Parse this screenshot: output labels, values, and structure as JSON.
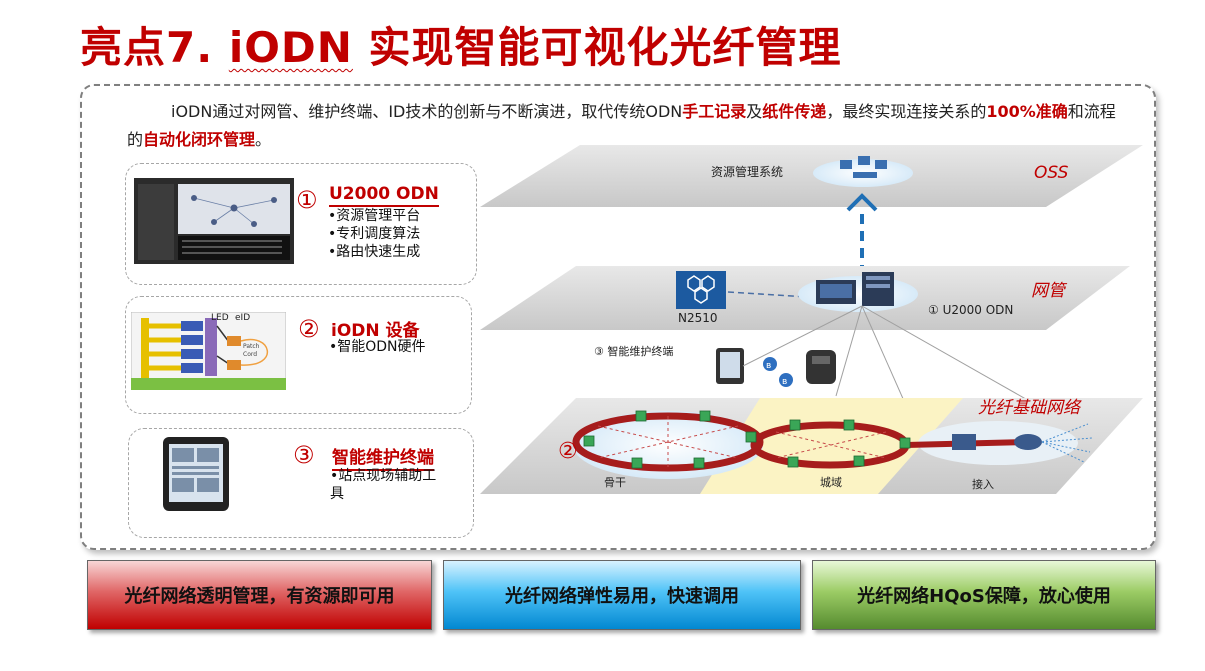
{
  "title": {
    "prefix": "亮点7. ",
    "word": "iODN",
    "rest": " 实现智能可视化光纤管理"
  },
  "intro": {
    "p1": "iODN通过对网管、维护终端、ID技术的创新与不断演进，取代传统ODN",
    "h1": "手工记录",
    "p2": "及",
    "h2": "纸件传递",
    "p3": "，最终实现连接关系的",
    "h3": "100%准确",
    "p4": "和流程的",
    "h4": "自动化闭环管理",
    "p5": "。"
  },
  "cards": [
    {
      "num": "①",
      "title": "U2000 ODN",
      "items": [
        "•资源管理平台",
        "•专利调度算法",
        "•路由快速生成"
      ]
    },
    {
      "num": "②",
      "title": "iODN 设备",
      "items": [
        "•智能ODN硬件"
      ],
      "img_labels": {
        "led": "LED",
        "eid": "eID",
        "patch": "Patch",
        "cord": "Cord"
      }
    },
    {
      "num": "③",
      "title": "智能维护终端",
      "items": [
        "•站点现场辅助工",
        "具"
      ]
    }
  ],
  "diagram": {
    "oss_label": "OSS",
    "oss_system": "资源管理系统",
    "nms_label": "网管",
    "n2510": "N2510",
    "u2000": "① U2000 ODN",
    "terminal": "③ 智能维护终端",
    "fiber_label": "光纤基础网络",
    "num2": "②",
    "backbone": "骨干",
    "metro": "城域",
    "access": "接入"
  },
  "buttons": {
    "b1": "光纤网络透明管理，有资源即可用",
    "b2": "光纤网络弹性易用，快速调用",
    "b3": "光纤网络HQoS保障，放心使用"
  },
  "colors": {
    "accent": "#c00000",
    "red_btn": "#c00000",
    "blue_btn": "#0288d1",
    "green_btn": "#558b2f"
  }
}
